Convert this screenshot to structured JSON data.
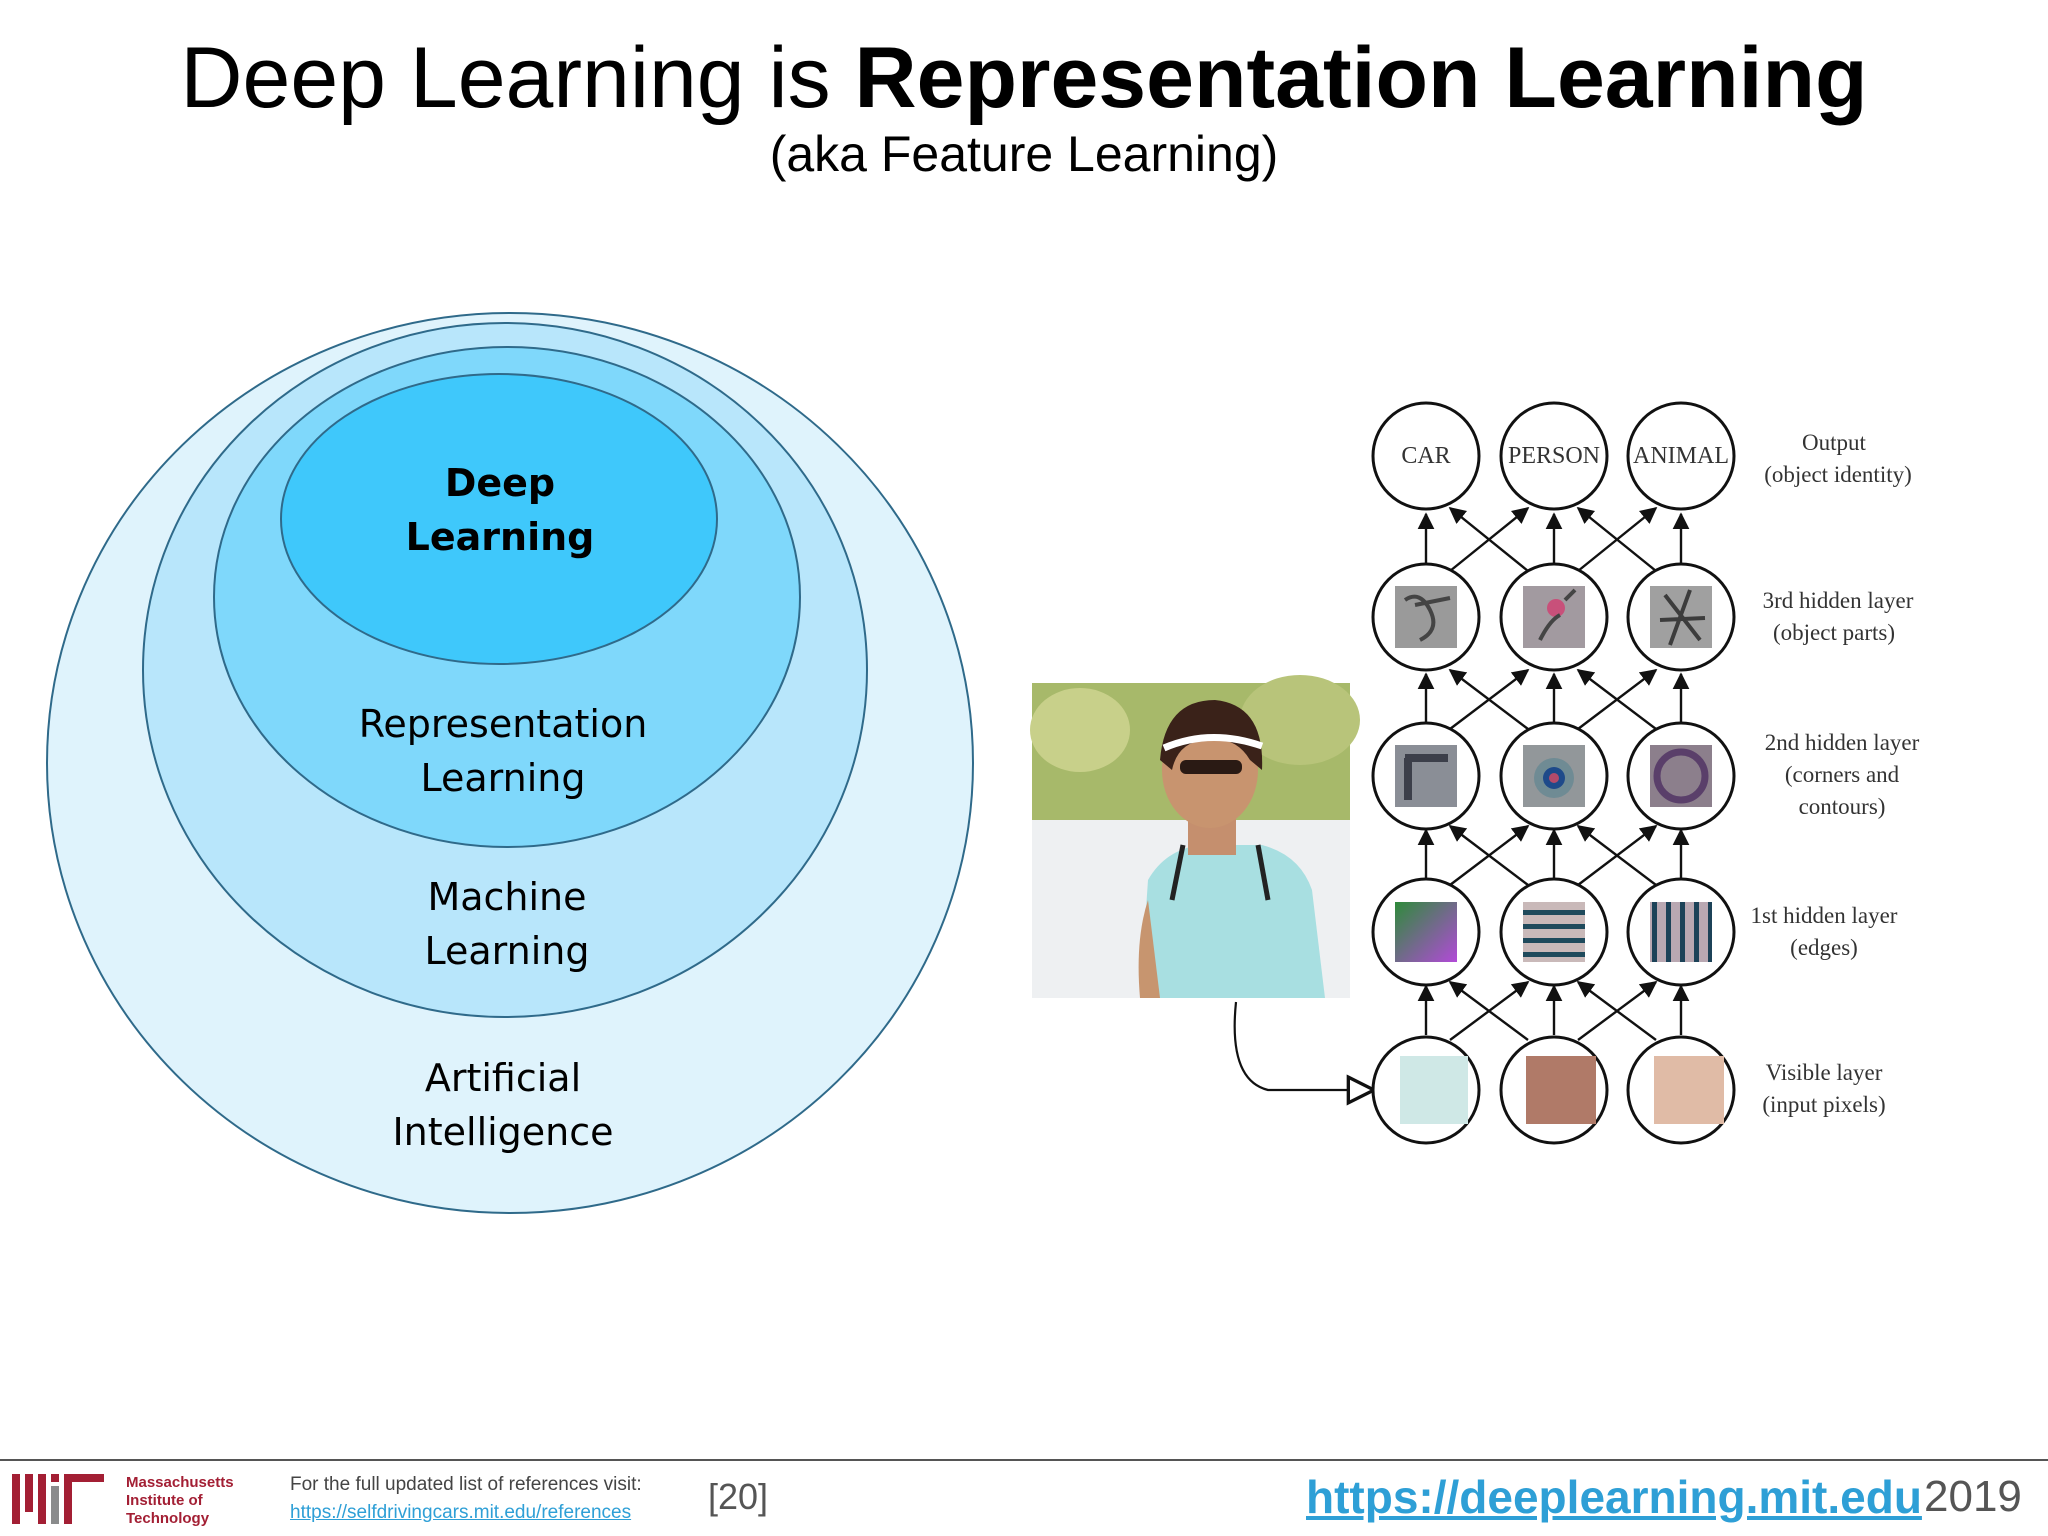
{
  "slide": {
    "title_prefix": "Deep Learning is ",
    "title_bold": "Representation Learning",
    "subtitle": "(aka Feature Learning)"
  },
  "venn": {
    "deep_line1": "Deep",
    "deep_line2": "Learning",
    "repr_line1": "Representation",
    "repr_line2": "Learning",
    "ml_line1": "Machine",
    "ml_line2": "Learning",
    "ai_line1": "Artificial",
    "ai_line2": "Intelligence",
    "colors": {
      "outer": "#dff3fc",
      "ml": "#b8e6fb",
      "repr": "#7fd8fb",
      "deep": "#3fc8fb",
      "stroke": "#2f6a8a"
    }
  },
  "network": {
    "outputs": [
      "CAR",
      "PERSON",
      "ANIMAL"
    ],
    "layer_labels": {
      "output_1": "Output",
      "output_2": "(object identity)",
      "h3_1": "3rd hidden layer",
      "h3_2": "(object parts)",
      "h2_1": "2nd hidden layer",
      "h2_2": "(corners and",
      "h2_3": "contours)",
      "h1_1": "1st hidden layer",
      "h1_2": "(edges)",
      "vis_1": "Visible layer",
      "vis_2": "(input pixels)"
    },
    "pixel_colors": [
      "#cfe8e6",
      "#b07a68",
      "#e0bba6"
    ]
  },
  "footer": {
    "institution_1": "Massachusetts",
    "institution_2": "Institute of",
    "institution_3": "Technology",
    "ref_label": "For the full updated list of references visit:",
    "ref_link": "https://selfdrivingcars.mit.edu/references",
    "ref_number": "[20]",
    "site_url": "https://deeplearning.mit.edu",
    "year": "2019"
  }
}
